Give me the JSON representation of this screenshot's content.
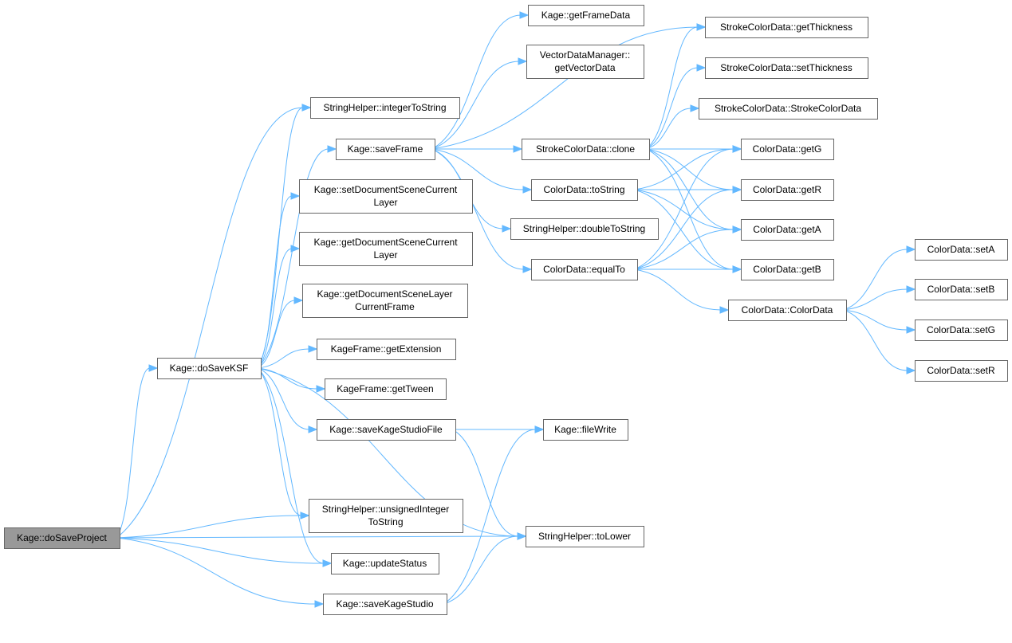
{
  "colors": {
    "edge": "#63b8ff",
    "node_border": "#666666",
    "node_fill": "#ffffff",
    "root_fill": "#999999"
  },
  "nodes": [
    {
      "id": "doSaveProject",
      "lines": [
        "Kage::doSaveProject"
      ],
      "root": true
    },
    {
      "id": "integerToString",
      "lines": [
        "StringHelper::integerToString"
      ]
    },
    {
      "id": "doSaveKSF",
      "lines": [
        "Kage::doSaveKSF"
      ]
    },
    {
      "id": "unsignedIntegerToString",
      "lines": [
        "StringHelper::unsignedInteger",
        "ToString"
      ]
    },
    {
      "id": "updateStatus",
      "lines": [
        "Kage::updateStatus"
      ]
    },
    {
      "id": "saveKageStudio",
      "lines": [
        "Kage::saveKageStudio"
      ]
    },
    {
      "id": "toLower",
      "lines": [
        "StringHelper::toLower"
      ]
    },
    {
      "id": "saveFrame",
      "lines": [
        "Kage::saveFrame"
      ]
    },
    {
      "id": "setDocumentSceneCurrentLayer",
      "lines": [
        "Kage::setDocumentSceneCurrent",
        "Layer"
      ]
    },
    {
      "id": "getDocumentSceneCurrentLayer",
      "lines": [
        "Kage::getDocumentSceneCurrent",
        "Layer"
      ]
    },
    {
      "id": "getDocumentSceneLayerCurrentFrame",
      "lines": [
        "Kage::getDocumentSceneLayer",
        "CurrentFrame"
      ]
    },
    {
      "id": "getExtension",
      "lines": [
        "KageFrame::getExtension"
      ]
    },
    {
      "id": "getTween",
      "lines": [
        "KageFrame::getTween"
      ]
    },
    {
      "id": "saveKageStudioFile",
      "lines": [
        "Kage::saveKageStudioFile"
      ]
    },
    {
      "id": "fileWrite",
      "lines": [
        "Kage::fileWrite"
      ]
    },
    {
      "id": "getFrameData",
      "lines": [
        "Kage::getFrameData"
      ]
    },
    {
      "id": "getVectorData",
      "lines": [
        "VectorDataManager::",
        "getVectorData"
      ]
    },
    {
      "id": "strokeClone",
      "lines": [
        "StrokeColorData::clone"
      ]
    },
    {
      "id": "colorToString",
      "lines": [
        "ColorData::toString"
      ]
    },
    {
      "id": "doubleToString",
      "lines": [
        "StringHelper::doubleToString"
      ]
    },
    {
      "id": "equalTo",
      "lines": [
        "ColorData::equalTo"
      ]
    },
    {
      "id": "getThickness",
      "lines": [
        "StrokeColorData::getThickness"
      ]
    },
    {
      "id": "setThickness",
      "lines": [
        "StrokeColorData::setThickness"
      ]
    },
    {
      "id": "strokeCtor",
      "lines": [
        "StrokeColorData::StrokeColorData"
      ]
    },
    {
      "id": "getG",
      "lines": [
        "ColorData::getG"
      ]
    },
    {
      "id": "getR",
      "lines": [
        "ColorData::getR"
      ]
    },
    {
      "id": "getA",
      "lines": [
        "ColorData::getA"
      ]
    },
    {
      "id": "getB",
      "lines": [
        "ColorData::getB"
      ]
    },
    {
      "id": "colorCtor",
      "lines": [
        "ColorData::ColorData"
      ]
    },
    {
      "id": "setA",
      "lines": [
        "ColorData::setA"
      ]
    },
    {
      "id": "setB",
      "lines": [
        "ColorData::setB"
      ]
    },
    {
      "id": "setG",
      "lines": [
        "ColorData::setG"
      ]
    },
    {
      "id": "setR",
      "lines": [
        "ColorData::setR"
      ]
    }
  ],
  "edges": [
    [
      "doSaveProject",
      "integerToString"
    ],
    [
      "doSaveProject",
      "doSaveKSF"
    ],
    [
      "doSaveProject",
      "unsignedIntegerToString"
    ],
    [
      "doSaveProject",
      "updateStatus"
    ],
    [
      "doSaveProject",
      "saveKageStudio"
    ],
    [
      "doSaveProject",
      "toLower"
    ],
    [
      "doSaveKSF",
      "integerToString"
    ],
    [
      "doSaveKSF",
      "saveFrame"
    ],
    [
      "doSaveKSF",
      "setDocumentSceneCurrentLayer"
    ],
    [
      "doSaveKSF",
      "getDocumentSceneCurrentLayer"
    ],
    [
      "doSaveKSF",
      "getDocumentSceneLayerCurrentFrame"
    ],
    [
      "doSaveKSF",
      "getExtension"
    ],
    [
      "doSaveKSF",
      "getTween"
    ],
    [
      "doSaveKSF",
      "saveKageStudioFile"
    ],
    [
      "doSaveKSF",
      "unsignedIntegerToString"
    ],
    [
      "doSaveKSF",
      "updateStatus"
    ],
    [
      "doSaveKSF",
      "toLower"
    ],
    [
      "saveFrame",
      "getFrameData"
    ],
    [
      "saveFrame",
      "getVectorData"
    ],
    [
      "saveFrame",
      "getThickness"
    ],
    [
      "saveFrame",
      "strokeClone"
    ],
    [
      "saveFrame",
      "colorToString"
    ],
    [
      "saveFrame",
      "doubleToString"
    ],
    [
      "saveFrame",
      "equalTo"
    ],
    [
      "strokeClone",
      "getThickness"
    ],
    [
      "strokeClone",
      "setThickness"
    ],
    [
      "strokeClone",
      "strokeCtor"
    ],
    [
      "strokeClone",
      "getG"
    ],
    [
      "strokeClone",
      "getR"
    ],
    [
      "strokeClone",
      "getA"
    ],
    [
      "strokeClone",
      "getB"
    ],
    [
      "colorToString",
      "getG"
    ],
    [
      "colorToString",
      "getR"
    ],
    [
      "colorToString",
      "getA"
    ],
    [
      "colorToString",
      "getB"
    ],
    [
      "equalTo",
      "getG"
    ],
    [
      "equalTo",
      "getR"
    ],
    [
      "equalTo",
      "getA"
    ],
    [
      "equalTo",
      "getB"
    ],
    [
      "equalTo",
      "colorCtor"
    ],
    [
      "colorCtor",
      "setA"
    ],
    [
      "colorCtor",
      "setB"
    ],
    [
      "colorCtor",
      "setG"
    ],
    [
      "colorCtor",
      "setR"
    ],
    [
      "saveKageStudioFile",
      "fileWrite"
    ],
    [
      "saveKageStudioFile",
      "toLower"
    ],
    [
      "saveKageStudio",
      "fileWrite"
    ],
    [
      "saveKageStudio",
      "toLower"
    ]
  ]
}
